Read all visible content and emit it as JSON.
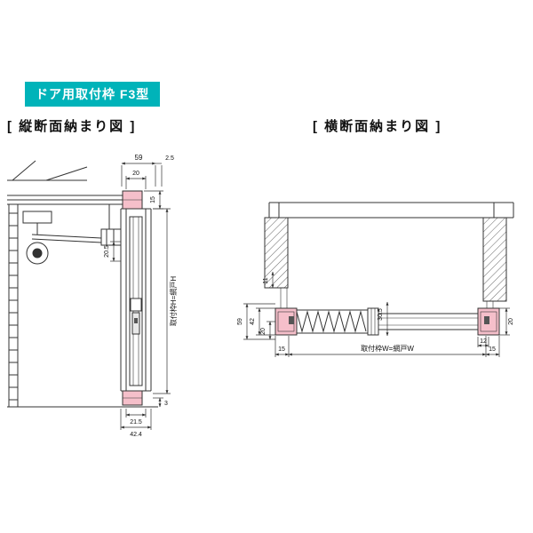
{
  "page": {
    "badge": "ドア用取付枠 F3型",
    "left_title": "[ 縦断面納まり図 ]",
    "right_title": "[ 横断面納まり図 ]"
  },
  "left": {
    "dims": {
      "top_depth": "59",
      "top_offset": "2.5",
      "head_width": "20",
      "head_height": "15",
      "closer_offset": "20.5",
      "frame_height": "取付枠H=網戸H",
      "floor_clearance": "3",
      "sill_inner": "21.5",
      "sill_total": "42.4"
    }
  },
  "right": {
    "dims": {
      "jamb_offset": "11",
      "depth_total": "59",
      "depth_inner": "42",
      "depth_small": "20",
      "rail_depth": "30.5",
      "margin_left": "15",
      "frame_width": "取付枠W=網戸W",
      "margin_right": "15",
      "jamb_inner": "12",
      "depth_right": "20"
    }
  },
  "colors": {
    "badge_bg": "#00b3b9",
    "profile_pink": "#f5bfca",
    "line": "#333333"
  }
}
